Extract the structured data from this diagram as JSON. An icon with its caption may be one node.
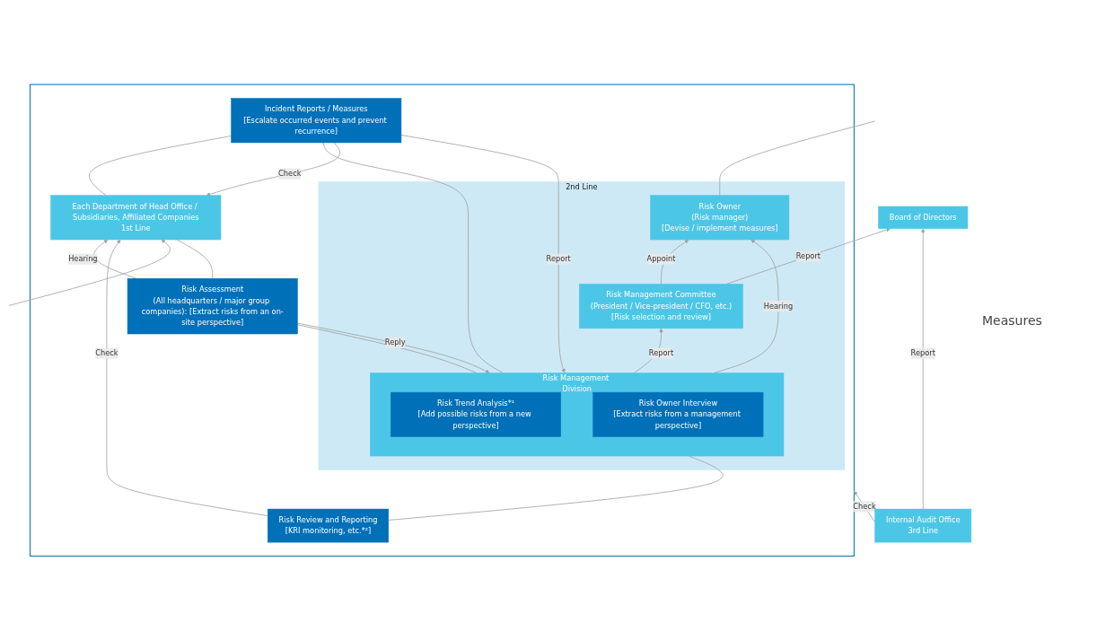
{
  "diagram": {
    "nodes": [
      {
        "text": [
          "Board of Directors"
        ]
      },
      {
        "text": [
          "Internal Audit Office",
          "3rd Line"
        ]
      },
      {
        "text": [],
        "shape": "box"
      },
      {
        "text": [
          "2nd Line"
        ],
        "in": 2
      },
      {
        "text": [
          "Risk Management Committee",
          "(President / Vice-president / CFO, etc.)",
          "[Risk selection and review]"
        ],
        "in": 3
      },
      {
        "text": [
          "Risk Owner",
          "(Risk manager)",
          "[Devise / implement measures]"
        ],
        "in": 3
      },
      {
        "text": [
          "Risk Management Division"
        ],
        "in": 3
      },
      {
        "text": [
          "Risk Trend Analysis*¹",
          "[Add possible risks from a new perspective]"
        ],
        "in": 6
      },
      {
        "text": [
          "Risk Owner Interview",
          "[Extract risks from a management perspective]"
        ],
        "in": 6
      },
      {
        "text": [
          "Risk Assessment",
          "(All headquarters / major group companies): [Extract risks from an on-site perspective]"
        ],
        "in": 2
      },
      {
        "text": [
          "Incident Reports / Measures",
          "[Escalate occurred events and prevent recurrence]"
        ],
        "in": 2
      },
      {
        "text": [
          "Risk Review and Reporting",
          "[KRI monitoring, etc.*²]"
        ],
        "in": 2
      },
      {
        "text": [
          "Each Department of Head Office / Subsidiaries, Affiliated Companies",
          "1st Line"
        ],
        "in": 2
      }
    ],
    "edges": [
      {
        "from": 1,
        "to": 0,
        "label": "Report",
        "arrow": "to"
      },
      {
        "from": 4,
        "to": 0,
        "label": "Report",
        "arrow": "to"
      },
      {
        "from": 1,
        "to": 2,
        "label": "Check",
        "arrow": "to"
      },
      {
        "from": 4,
        "to": 5,
        "label": "Appoint",
        "arrow": "to"
      },
      {
        "from": 6,
        "to": 4,
        "label": "Report",
        "arrow": "to"
      },
      {
        "from": 6,
        "to": 5,
        "label": "Hearing",
        "arrow": "to"
      },
      {
        "from": 6,
        "to": 9,
        "arrow": "none"
      },
      {
        "from": 9,
        "to": 12,
        "label": "Hearing",
        "arrow": "to"
      },
      {
        "from": 12,
        "to": 9,
        "arrow": "none"
      },
      {
        "from": 9,
        "to": 6,
        "label": "Reply",
        "arrow": "to"
      },
      {
        "from": 6,
        "to": 10,
        "arrow": "none"
      },
      {
        "from": 10,
        "to": 12,
        "label": "Check",
        "arrow": "to"
      },
      {
        "from": 12,
        "to": 10,
        "arrow": "none"
      },
      {
        "from": 10,
        "to": 6,
        "label": "Report",
        "arrow": "to"
      },
      {
        "from": 6,
        "to": 11,
        "arrow": "none"
      },
      {
        "from": 11,
        "to": 12,
        "label": "Check",
        "arrow": "to"
      },
      {
        "from": 5,
        "to": null,
        "arrow": "none"
      },
      {
        "from": null,
        "to": 12,
        "arrow": "to"
      }
    ],
    "labels": [
      "Measures"
    ]
  }
}
